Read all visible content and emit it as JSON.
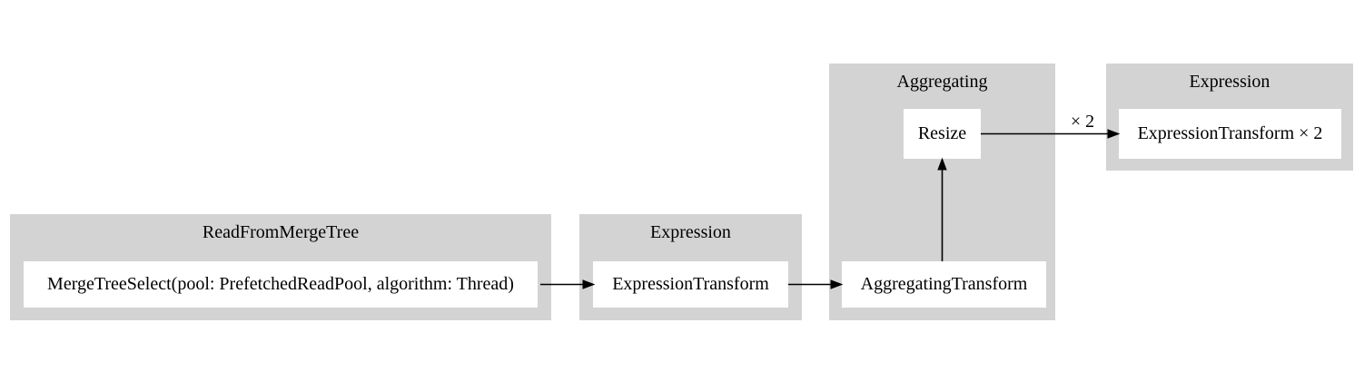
{
  "diagram": {
    "type": "pipeline-graph",
    "colors": {
      "cluster_background": "#d3d3d3",
      "node_background": "#ffffff",
      "edge": "#000000",
      "text": "#000000",
      "page_background": "#ffffff"
    },
    "clusters": [
      {
        "id": "ReadFromMergeTree",
        "label": "ReadFromMergeTree"
      },
      {
        "id": "Expression-1",
        "label": "Expression"
      },
      {
        "id": "Aggregating",
        "label": "Aggregating"
      },
      {
        "id": "Expression-2",
        "label": "Expression"
      }
    ],
    "nodes": [
      {
        "id": "mergetree-select",
        "cluster": "ReadFromMergeTree",
        "label": "MergeTreeSelect(pool: PrefetchedReadPool, algorithm: Thread)"
      },
      {
        "id": "expression-transform-1",
        "cluster": "Expression-1",
        "label": "ExpressionTransform"
      },
      {
        "id": "aggregating-transform",
        "cluster": "Aggregating",
        "label": "AggregatingTransform"
      },
      {
        "id": "resize",
        "cluster": "Aggregating",
        "label": "Resize"
      },
      {
        "id": "expression-transform-2",
        "cluster": "Expression-2",
        "label": "ExpressionTransform × 2"
      }
    ],
    "edges": [
      {
        "from": "mergetree-select",
        "to": "expression-transform-1",
        "label": ""
      },
      {
        "from": "expression-transform-1",
        "to": "aggregating-transform",
        "label": ""
      },
      {
        "from": "aggregating-transform",
        "to": "resize",
        "label": ""
      },
      {
        "from": "resize",
        "to": "expression-transform-2",
        "label": "× 2"
      }
    ],
    "edge_multiplier_label": "× 2"
  }
}
